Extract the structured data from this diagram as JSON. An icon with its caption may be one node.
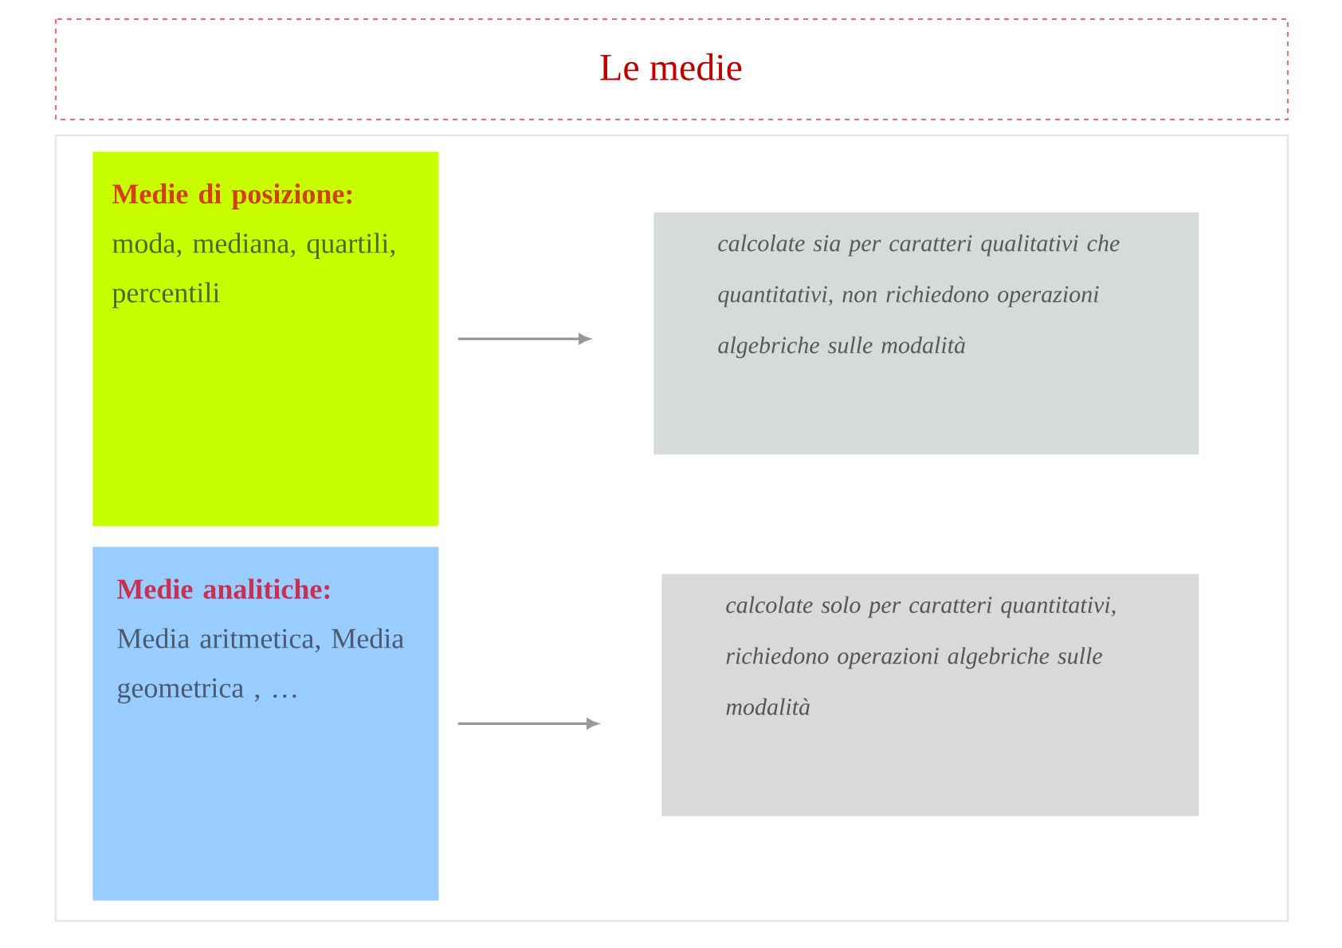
{
  "diagram": {
    "title": "Le medie",
    "nodes": [
      {
        "text": [
          "Medie di posizione:",
          "moda, mediana, quartili, percentili"
        ]
      },
      {
        "text": [
          "calcolate sia per caratteri qualitativi che quantitativi, non richiedono operazioni algebriche sulle modalità"
        ]
      },
      {
        "text": [
          "Medie analitiche:",
          "Media aritmetica, Media geometrica , …"
        ]
      },
      {
        "text": [
          "calcolate solo per caratteri quantitativi, richiedono operazioni algebriche sulle modalità"
        ]
      }
    ],
    "edges": [
      {
        "from": 0,
        "to": 1,
        "arrow": "to"
      },
      {
        "from": 2,
        "to": 3,
        "arrow": "to"
      }
    ]
  }
}
